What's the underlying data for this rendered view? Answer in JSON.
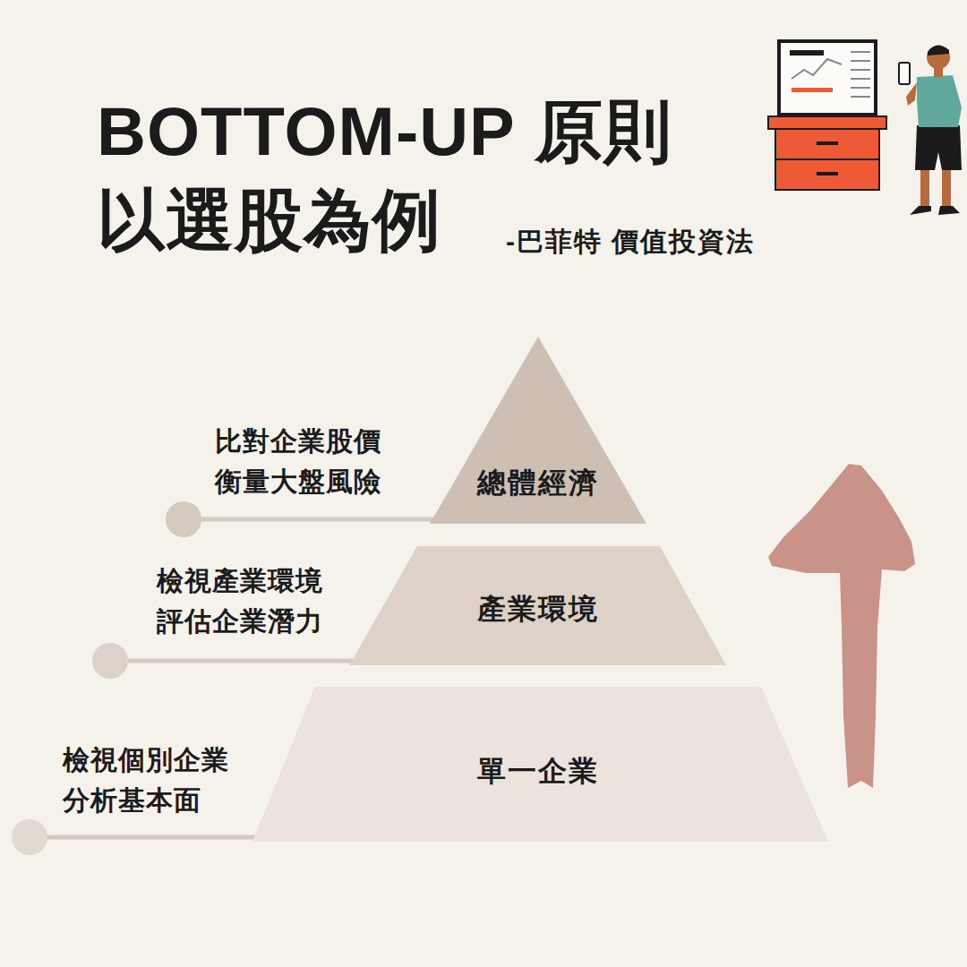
{
  "diagram": {
    "title": "BOTTOM-UP 原則 以選股為例",
    "nodes": [
      {
        "text": [
          "總體經濟"
        ]
      },
      {
        "text": [
          "產業環境"
        ]
      },
      {
        "text": [
          "單一企業"
        ]
      }
    ],
    "labels": [
      "-巴菲特 價值投資法",
      "比對企業股價 衡量大盤風險",
      "檢視產業環境 評估企業潛力",
      "檢視個別企業 分析基本面"
    ]
  }
}
